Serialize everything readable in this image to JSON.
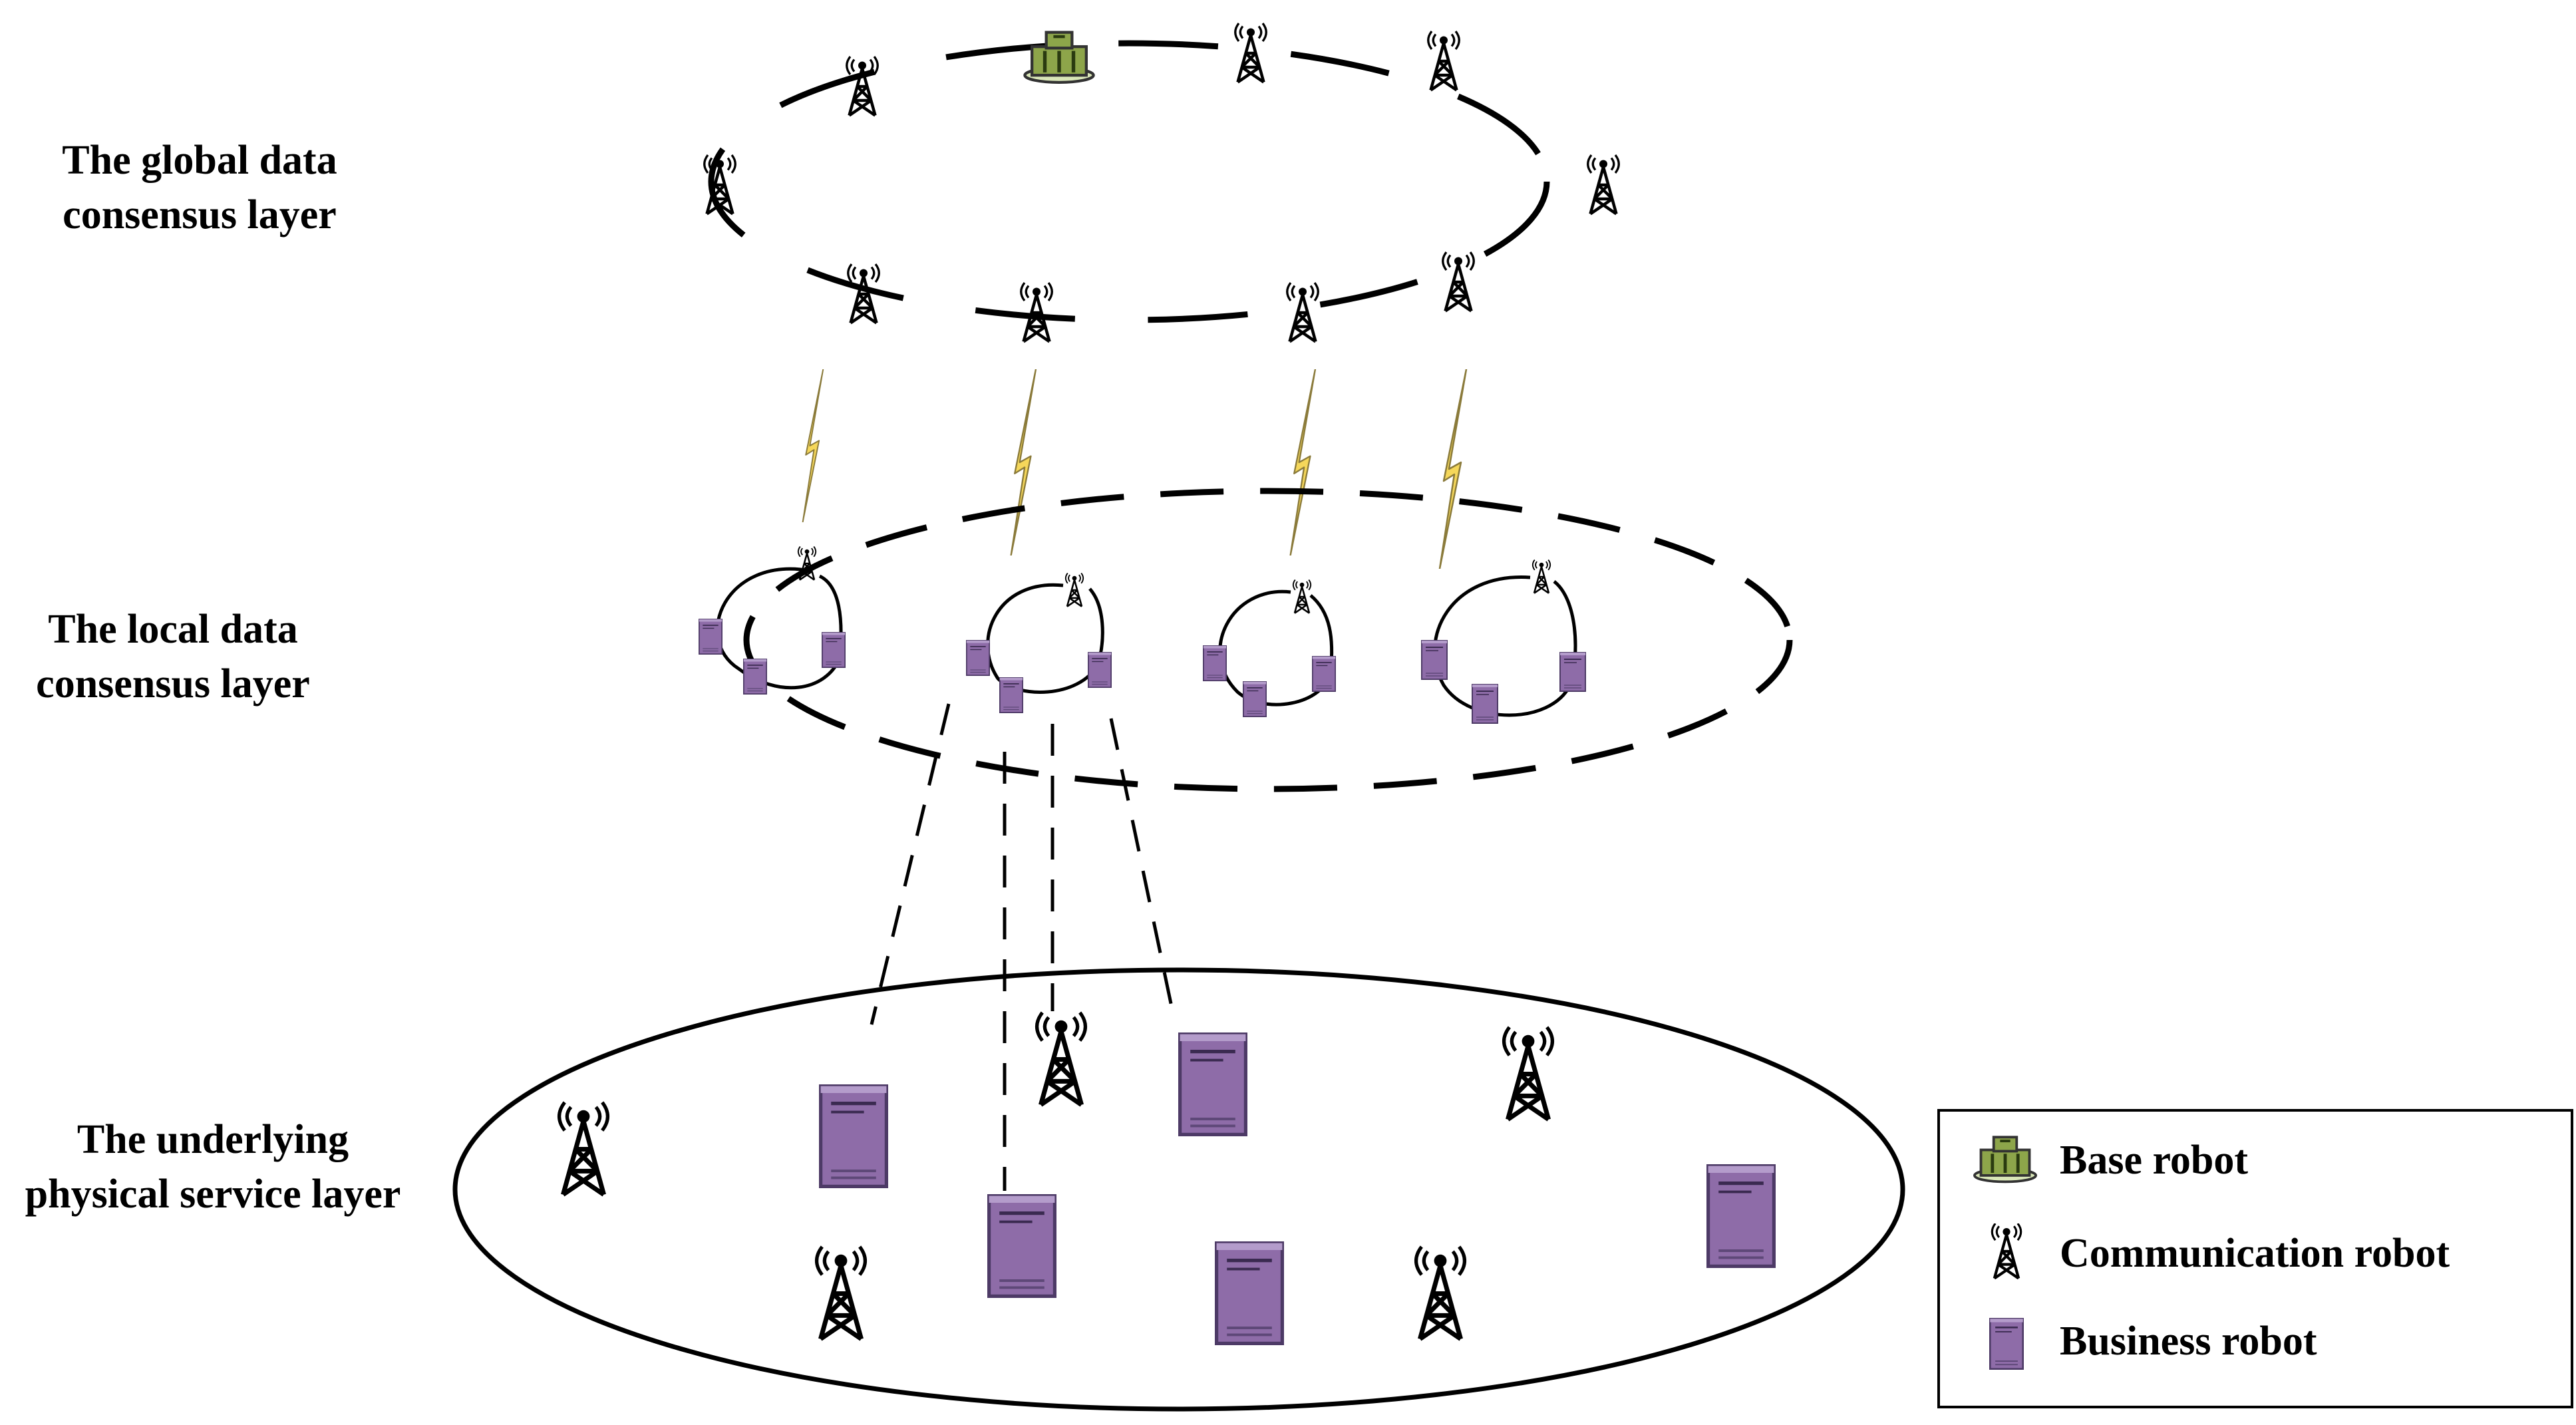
{
  "layers": {
    "global": {
      "line1": "The global data",
      "line2": "consensus layer"
    },
    "local": {
      "line1": "The local data",
      "line2": "consensus layer"
    },
    "physical": {
      "line1": "The underlying",
      "line2": "physical service layer"
    }
  },
  "legend": {
    "base_robot": "Base robot",
    "communication_robot": "Communication robot",
    "business_robot": "Business robot"
  },
  "colors": {
    "business_fill": "#8e6ca8",
    "business_stroke": "#4d3a66",
    "base_fill": "#8da54a",
    "lightning_fill": "#f5d75a",
    "lightning_stroke": "#8a7a3a"
  },
  "icons": {
    "communication": "radio-tower-icon",
    "business": "server-icon",
    "base": "base-robot-icon",
    "link": "lightning-icon"
  }
}
